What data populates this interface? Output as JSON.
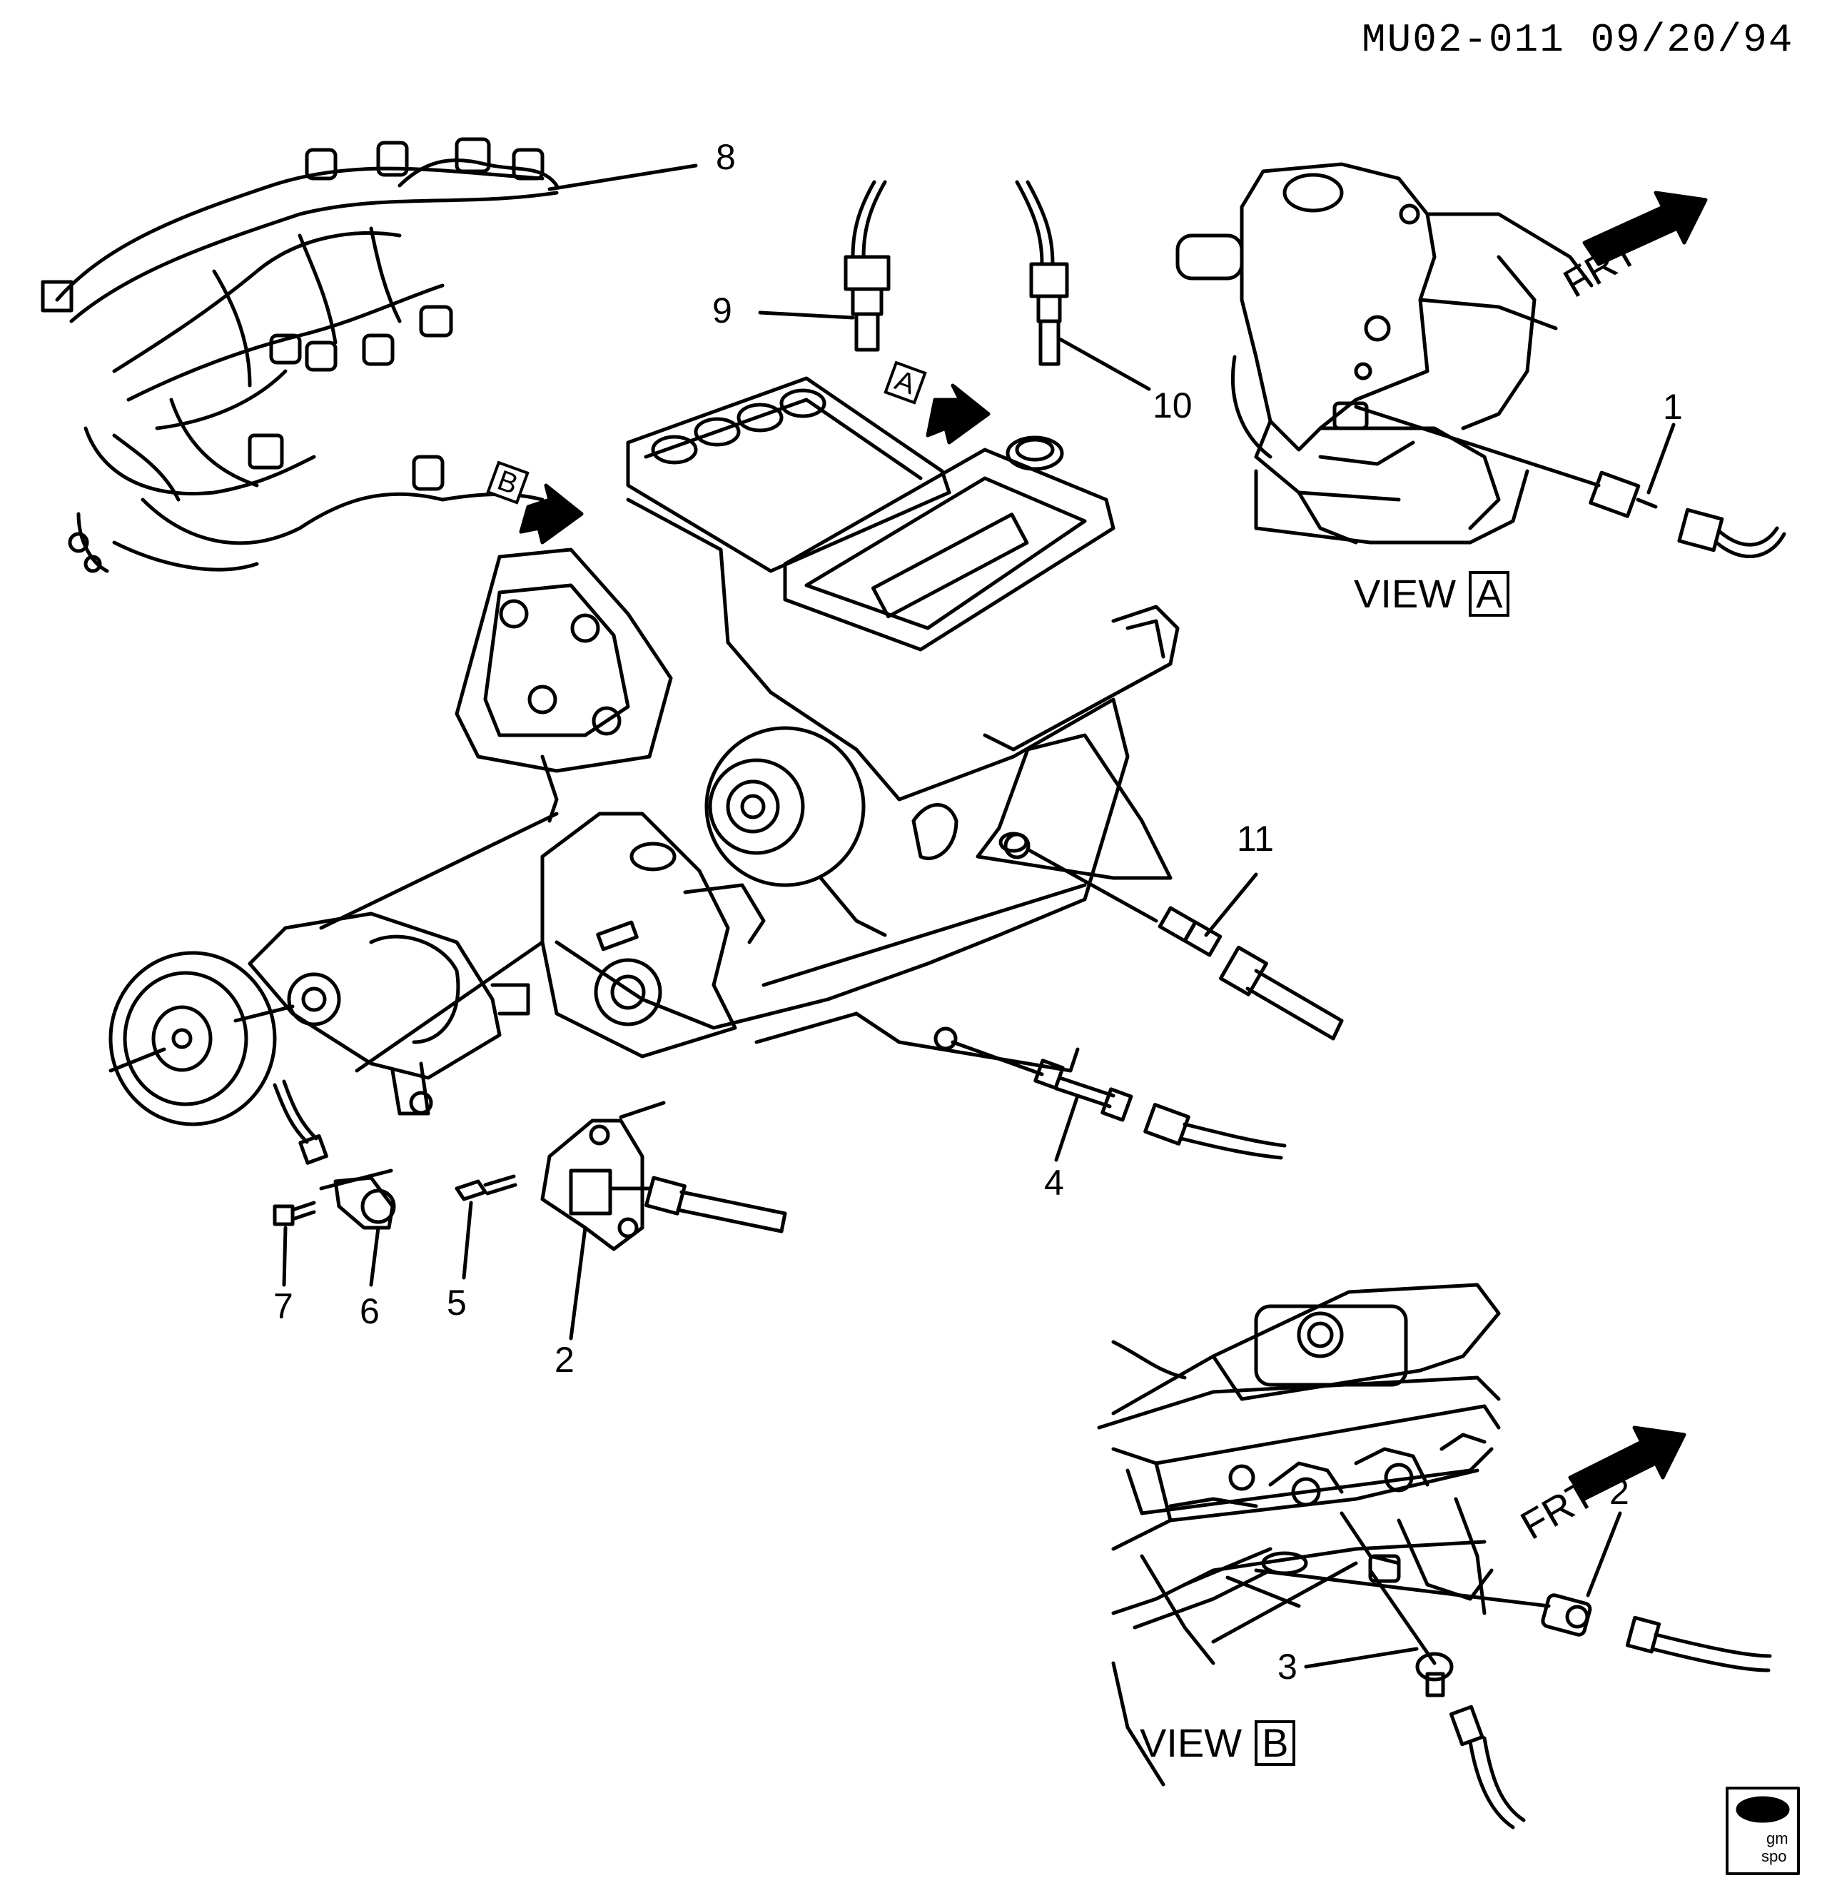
{
  "header": {
    "drawing_id": "MU02-011 09/20/94"
  },
  "callouts": [
    "1",
    "2",
    "3",
    "4",
    "5",
    "6",
    "7",
    "8",
    "9",
    "10",
    "11"
  ],
  "callout_2b": "2",
  "view_a": {
    "label": "VIEW",
    "letter": "A",
    "frt": "FRT"
  },
  "view_b": {
    "label": "VIEW",
    "letter": "B",
    "frt": "FRT"
  },
  "arrow_a": "A",
  "arrow_b": "B",
  "logo": {
    "line1": "gm",
    "line2": "spo"
  },
  "colors": {
    "ink": "#000000",
    "paper": "#ffffff"
  }
}
